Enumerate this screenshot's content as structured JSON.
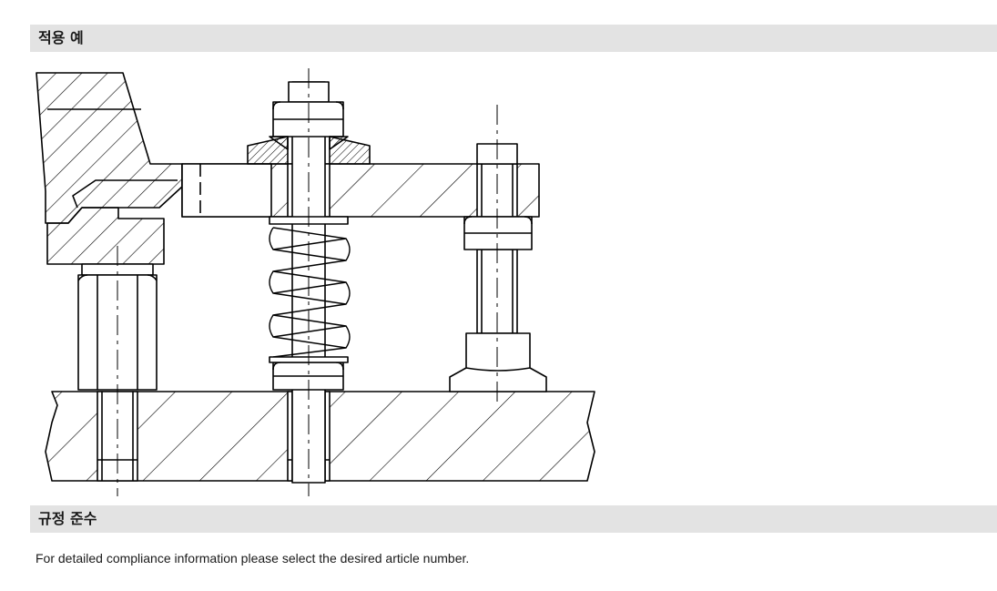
{
  "sections": {
    "application_example": {
      "title": "적용 예"
    },
    "compliance": {
      "title": "규정 준수",
      "text": "For detailed compliance information please select the desired article number."
    }
  }
}
